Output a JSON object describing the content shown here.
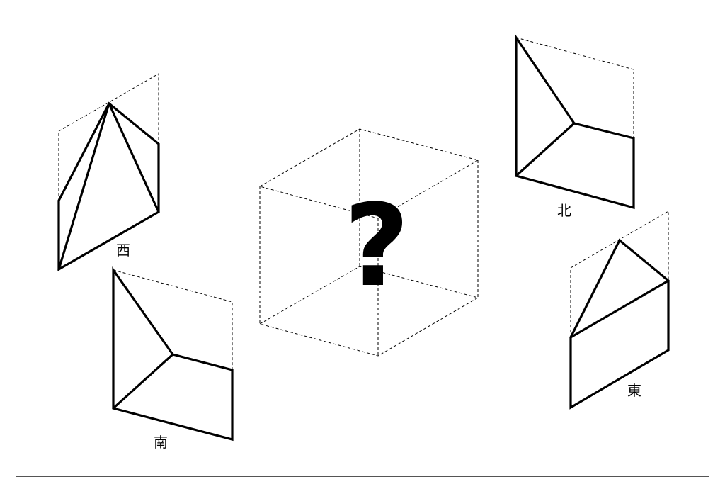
{
  "labels": {
    "west": "西",
    "north": "北",
    "south": "南",
    "east": "東"
  },
  "center": {
    "symbol": "?"
  },
  "colors": {
    "line": "#000000",
    "frame": "#555555",
    "background": "#ffffff"
  }
}
